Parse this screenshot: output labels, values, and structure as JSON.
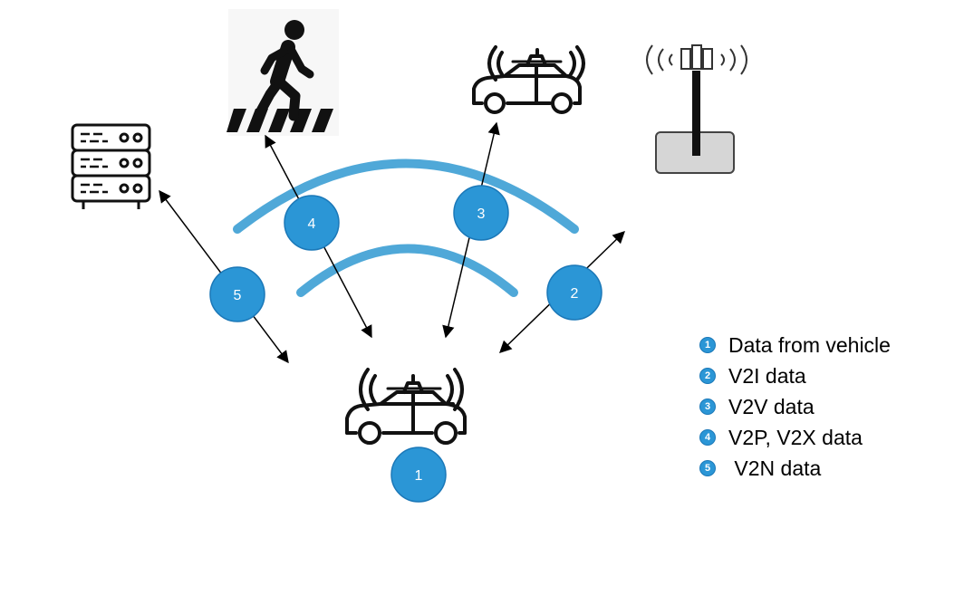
{
  "colors": {
    "accent": "#2b96d6",
    "arc": "#4fa8d8",
    "tower_base": "#d6d6d6"
  },
  "nodes": [
    {
      "id": "1",
      "name": "vehicle"
    },
    {
      "id": "2",
      "name": "infrastructure"
    },
    {
      "id": "3",
      "name": "vehicle-remote"
    },
    {
      "id": "4",
      "name": "pedestrian"
    },
    {
      "id": "5",
      "name": "network"
    }
  ],
  "legend": [
    {
      "num": "1",
      "label": "Data from vehicle"
    },
    {
      "num": "2",
      "label": "V2I data"
    },
    {
      "num": "3",
      "label": "V2V data"
    },
    {
      "num": "4",
      "label": "V2P, V2X data"
    },
    {
      "num": "5",
      "label": " V2N data"
    }
  ],
  "icons": [
    "server-icon",
    "pedestrian-icon",
    "car-icon",
    "cell-tower-icon"
  ]
}
